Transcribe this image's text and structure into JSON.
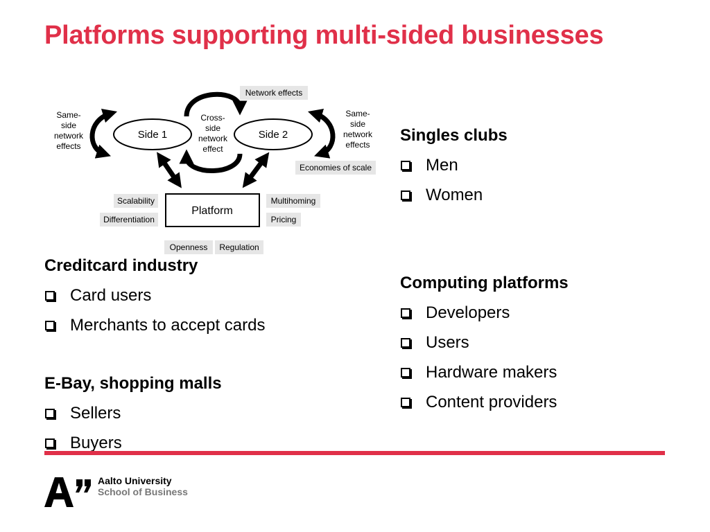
{
  "title": "Platforms supporting multi-sided businesses",
  "diagram": {
    "side1": "Side 1",
    "side2": "Side 2",
    "platform": "Platform",
    "cross_side": [
      "Cross-",
      "side",
      "network",
      "effect"
    ],
    "same_side_left": [
      "Same-",
      "side",
      "network",
      "effects"
    ],
    "same_side_right": [
      "Same-",
      "side",
      "network",
      "effects"
    ],
    "tags": {
      "network_effects": "Network effects",
      "economies_of_scale": "Economies of scale",
      "scalability": "Scalability",
      "differentiation": "Differentiation",
      "multihoming": "Multihoming",
      "pricing": "Pricing",
      "openness": "Openness",
      "regulation": "Regulation"
    }
  },
  "sections": {
    "singles": {
      "heading": "Singles clubs",
      "items": [
        "Men",
        "Women"
      ]
    },
    "creditcard": {
      "heading": "Creditcard industry",
      "items": [
        "Card users",
        "Merchants to accept cards"
      ]
    },
    "computing": {
      "heading": "Computing platforms",
      "items": [
        "Developers",
        "Users",
        "Hardware makers",
        "Content providers"
      ]
    },
    "ebay": {
      "heading": "E-Bay, shopping malls",
      "items": [
        "Sellers",
        "Buyers"
      ]
    }
  },
  "footer": {
    "university": "Aalto University",
    "school": "School of Business"
  },
  "colors": {
    "accent": "#e03049",
    "tag_fill": "#e6e6e6",
    "logo_secondary": "#777777"
  }
}
